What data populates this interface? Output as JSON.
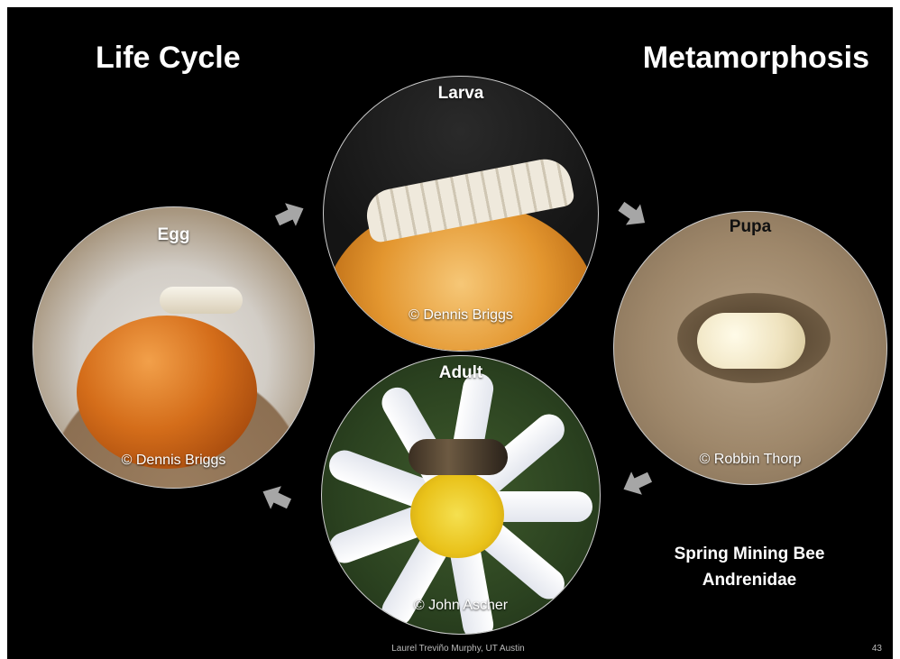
{
  "titles": {
    "left": "Life Cycle",
    "right": "Metamorphosis"
  },
  "stages": {
    "larva": {
      "label": "Larva",
      "credit": "© Dennis Briggs"
    },
    "pupa": {
      "label": "Pupa",
      "credit": "© Robbin Thorp"
    },
    "adult": {
      "label": "Adult",
      "credit": "© John Ascher"
    },
    "egg": {
      "label": "Egg",
      "credit": "© Dennis Briggs"
    }
  },
  "species": {
    "common_name": "Spring Mining Bee",
    "family": "Andrenidae"
  },
  "footer": {
    "attribution": "Laurel Treviño Murphy, UT Austin",
    "page_number": "43"
  },
  "colors": {
    "background": "#000000",
    "text": "#ffffff",
    "arrow": "#a6a6a6"
  },
  "icons": [
    "arrow-right-icon",
    "arrow-down-right-icon",
    "arrow-down-left-icon",
    "arrow-up-left-icon"
  ]
}
